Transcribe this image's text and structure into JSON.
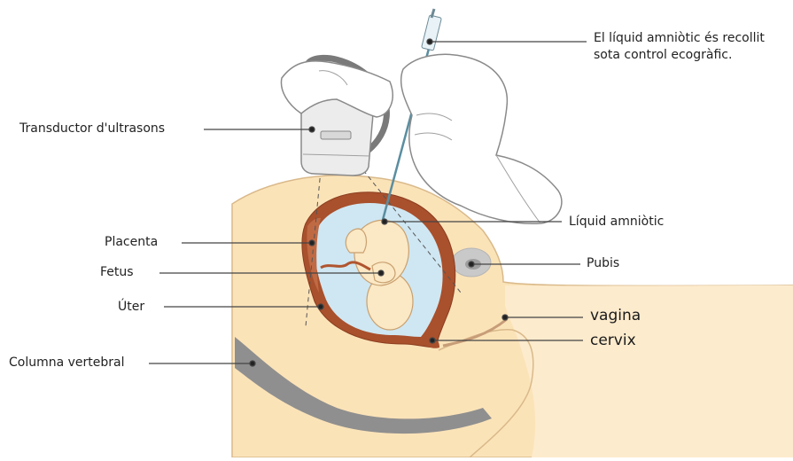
{
  "labels": {
    "amnio_line1": "El líquid amniòtic és recollit",
    "amnio_line2": "sota control ecogràfic.",
    "transducer": "Transductor d'ultrasons",
    "amniotic_fluid": "Líquid amniòtic",
    "placenta": "Placenta",
    "pubis": "Pubis",
    "fetus": "Fetus",
    "uterus": "Úter",
    "vagina": "vagina",
    "cervix": "cervix",
    "spine": "Columna vertebral"
  },
  "colors": {
    "skin": "#fbe3b8",
    "skin_edge": "#d9b98a",
    "uterus_wall": "#a9502c",
    "fluid": "#cfe7f2",
    "fetus": "#fbe8c4",
    "bone": "#8f8f8f",
    "glove": "#ffffff",
    "leader": "#444444"
  }
}
